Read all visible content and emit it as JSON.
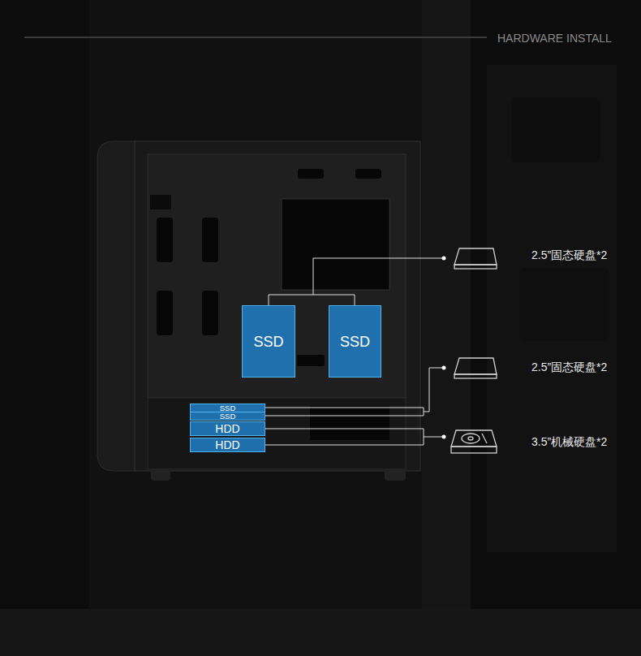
{
  "diagram": {
    "title": "HARDWARE INSTALL",
    "nodes": [
      {
        "text": [
          "SSD"
        ]
      },
      {
        "text": [
          "SSD"
        ]
      },
      {
        "text": [
          "SSD"
        ]
      },
      {
        "text": [
          "SSD"
        ]
      },
      {
        "text": [
          "HDD"
        ]
      },
      {
        "text": [
          "HDD"
        ]
      }
    ],
    "labels": [
      "2.5”固态硬盘*2",
      "2.5”固态硬盘*2",
      "3.5”机械硬盘*2"
    ]
  }
}
